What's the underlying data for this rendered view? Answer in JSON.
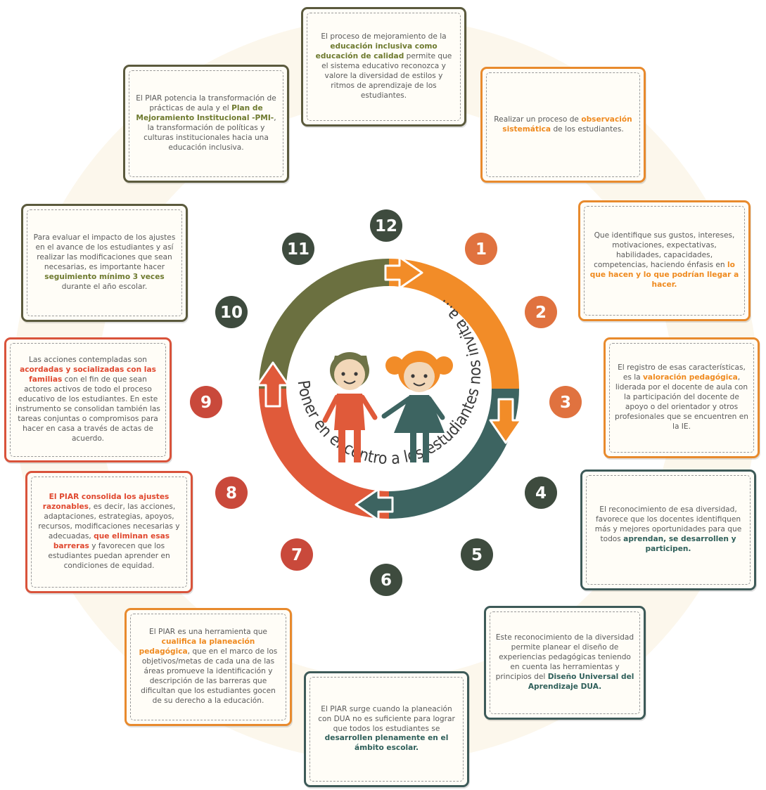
{
  "center_title": "Poner en el centro a los estudiantes nos invita a...",
  "colors": {
    "olive": "#6b7040",
    "orange": "#f28c28",
    "teal": "#3d6461",
    "red": "#e05a3a",
    "num_orange": "#e0723f",
    "num_red": "#c9493b",
    "num_dark": "#3e4b3e"
  },
  "steps": [
    {
      "number": "1",
      "parts": [
        {
          "text": "Realizar un proceso de ",
          "bold": false
        },
        {
          "text": "observación sistemática",
          "bold": true
        },
        {
          "text": " de los estudiantes.",
          "bold": false
        }
      ]
    },
    {
      "number": "2",
      "parts": [
        {
          "text": "Que identifique sus gustos, intereses, motivaciones, expectativas, habilidades, capacidades, competencias, haciendo énfasis en ",
          "bold": false
        },
        {
          "text": "lo que hacen y lo que podrían llegar a hacer.",
          "bold": true
        }
      ]
    },
    {
      "number": "3",
      "parts": [
        {
          "text": "El registro de esas características, es la ",
          "bold": false
        },
        {
          "text": "valoración pedagógica",
          "bold": true
        },
        {
          "text": ", liderada por el docente de aula con la participación del docente de apoyo o del orientador y otros profesionales que se encuentren en la IE.",
          "bold": false
        }
      ]
    },
    {
      "number": "4",
      "parts": [
        {
          "text": "El reconocimiento de esa diversidad, favorece que los docentes identifiquen más y mejores oportunidades para que todos ",
          "bold": false
        },
        {
          "text": "aprendan, se desarrollen y participen.",
          "bold": true
        }
      ]
    },
    {
      "number": "5",
      "parts": [
        {
          "text": "Este reconocimiento de la diversidad permite planear el diseño de experiencias pedagógicas teniendo en cuenta las herramientas y principios del ",
          "bold": false
        },
        {
          "text": "Diseño Universal del Aprendizaje DUA.",
          "bold": true
        }
      ]
    },
    {
      "number": "6",
      "parts": [
        {
          "text": "El PIAR surge cuando la planeación con DUA no es suficiente para lograr que todos los estudiantes se ",
          "bold": false
        },
        {
          "text": "desarrollen plenamente en el ámbito escolar.",
          "bold": true
        }
      ]
    },
    {
      "number": "7",
      "parts": [
        {
          "text": "El PIAR es una herramienta que ",
          "bold": false
        },
        {
          "text": "cualifica la planeación pedagógica",
          "bold": true
        },
        {
          "text": ", que en el marco de los objetivos/metas de cada una de las áreas promueve la identificación y descripción de las barreras que dificultan que los estudiantes gocen de su derecho a la educación.",
          "bold": false
        }
      ]
    },
    {
      "number": "8",
      "parts": [
        {
          "text": "El PIAR consolida los ajustes razonables",
          "bold": true
        },
        {
          "text": ", es decir, las acciones, adaptaciones, estrategias, apoyos, recursos, modificaciones necesarias y adecuadas, ",
          "bold": false
        },
        {
          "text": "que eliminan esas barreras",
          "bold": true
        },
        {
          "text": " y favorecen que los estudiantes puedan aprender en condiciones de equidad.",
          "bold": false
        }
      ]
    },
    {
      "number": "9",
      "parts": [
        {
          "text": "Las acciones contempladas son ",
          "bold": false
        },
        {
          "text": "acordadas y socializadas con las familias",
          "bold": true
        },
        {
          "text": " con el fin de que sean actores activos de todo el proceso educativo de los estudiantes. En este instrumento se consolidan también las tareas conjuntas o compromisos para hacer en casa a través de actas de acuerdo.",
          "bold": false
        }
      ]
    },
    {
      "number": "10",
      "parts": [
        {
          "text": "Para evaluar el impacto de los ajustes en el avance de los estudiantes y así realizar las modificaciones que sean necesarias, es importante hacer ",
          "bold": false
        },
        {
          "text": "seguimiento mínimo 3 veces",
          "bold": true
        },
        {
          "text": " durante el año escolar.",
          "bold": false
        }
      ]
    },
    {
      "number": "11",
      "parts": [
        {
          "text": "El PIAR potencia la transformación de prácticas de aula y el ",
          "bold": false
        },
        {
          "text": "Plan de Mejoramiento Institucional -PMI-",
          "bold": true
        },
        {
          "text": ", la transformación de políticas y culturas institucionales hacia una educación inclusiva.",
          "bold": false
        }
      ]
    },
    {
      "number": "12",
      "parts": [
        {
          "text": "El proceso de mejoramiento de la ",
          "bold": false
        },
        {
          "text": "educación inclusiva como educación de calidad",
          "bold": true
        },
        {
          "text": " permite que el sistema educativo reconozca y valore la diversidad de estilos y ritmos de aprendizaje de los estudiantes.",
          "bold": false
        }
      ]
    }
  ]
}
